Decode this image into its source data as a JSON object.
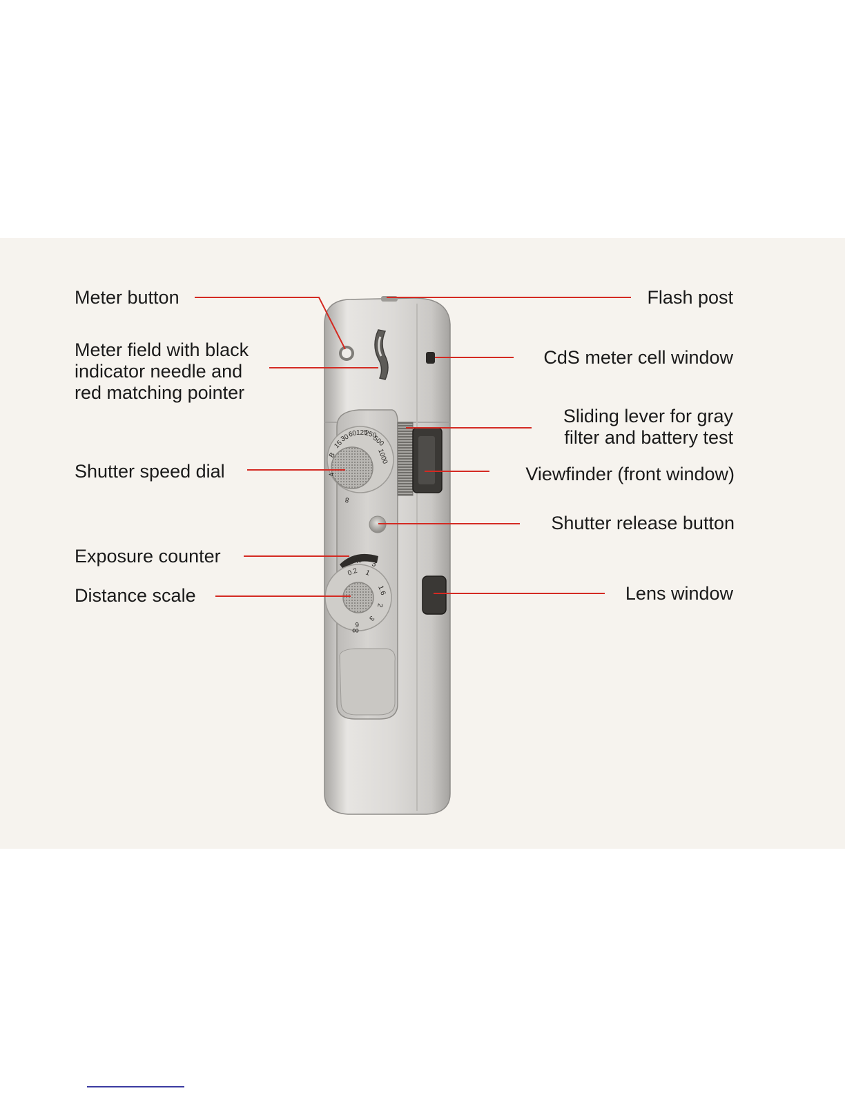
{
  "labels": {
    "meter_button": "Meter button",
    "meter_field": [
      "Meter field with black",
      "indicator needle and",
      "red matching pointer"
    ],
    "shutter_speed_dial": "Shutter speed dial",
    "exposure_counter": "Exposure counter",
    "distance_scale": "Distance scale",
    "flash_post": "Flash post",
    "cds_cell": "CdS meter cell window",
    "sliding_lever": [
      "Sliding lever for gray",
      "filter and battery test"
    ],
    "viewfinder": "Viewfinder (front window)",
    "shutter_release": "Shutter release button",
    "lens_window": "Lens window"
  },
  "dials": {
    "shutter_speeds": [
      "B",
      "15",
      "30",
      "60",
      "125",
      "250",
      "500",
      "1000",
      "4",
      "8"
    ],
    "exposure_counter_marks": [
      "40",
      "3"
    ],
    "distances": [
      "0.2",
      "1",
      "1.6",
      "2",
      "3",
      "6",
      "∞"
    ]
  },
  "colors": {
    "leader_line": "#d42a22",
    "panel": "#f6f3ee",
    "camera_body": "#d9d7d4",
    "text": "#1a1a1a"
  }
}
